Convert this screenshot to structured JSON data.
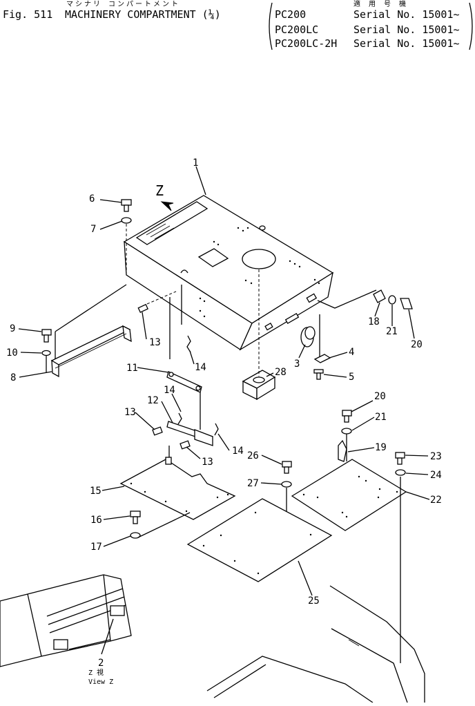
{
  "header": {
    "japanese_title": "マシナリ コンパートメント",
    "japanese_models": "適 用 号 機",
    "fig_number": "Fig. 511",
    "title": "MACHINERY COMPARTMENT (¼)",
    "models": [
      {
        "name": "PC200",
        "serial": "Serial No. 15001~"
      },
      {
        "name": "PC200LC",
        "serial": "Serial No. 15001~"
      },
      {
        "name": "PC200LC-2H",
        "serial": "Serial No. 15001~"
      }
    ]
  },
  "view_marker": "Z",
  "view_caption_jp": "Z 視",
  "view_caption": "View Z",
  "callouts": [
    "1",
    "2",
    "3",
    "4",
    "5",
    "6",
    "7",
    "8",
    "9",
    "10",
    "11",
    "12",
    "13",
    "13",
    "13",
    "14",
    "14",
    "14",
    "15",
    "16",
    "17",
    "18",
    "19",
    "20",
    "20",
    "21",
    "21",
    "22",
    "23",
    "24",
    "25",
    "26",
    "27",
    "28"
  ]
}
